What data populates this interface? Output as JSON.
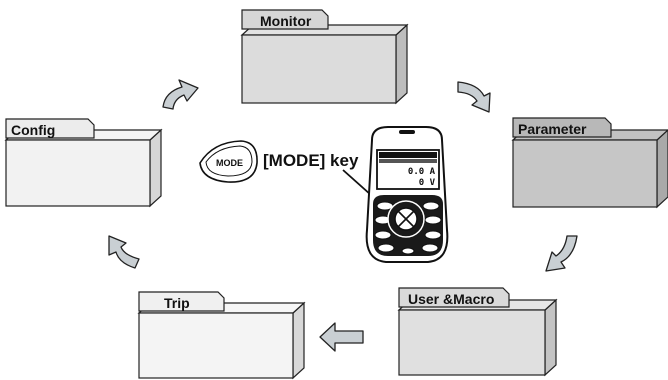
{
  "folders": {
    "monitor": {
      "label": "Monitor",
      "tab_color": "#d6d6d6",
      "face_color": "#dcdcdc",
      "side_color": "#bdbdbd"
    },
    "parameter": {
      "label": "Parameter",
      "tab_color": "#b8b8b8",
      "face_color": "#c6c6c6",
      "side_color": "#a9a9a9"
    },
    "user_macro": {
      "label": "User &Macro",
      "tab_color": "#dadada",
      "face_color": "#e0e0e0",
      "side_color": "#c4c4c4"
    },
    "trip": {
      "label": "Trip",
      "tab_color": "#f0f0f0",
      "face_color": "#f4f4f4",
      "side_color": "#d8d8d8"
    },
    "config": {
      "label": "Config",
      "tab_color": "#ececec",
      "face_color": "#f2f2f2",
      "side_color": "#d6d6d6"
    }
  },
  "mode_key": {
    "button_text": "MODE",
    "caption": "[MODE] key"
  },
  "keypad_display": {
    "line1": "0.0 A",
    "line2": "0 V"
  },
  "arrow_color": "#c9cfd3"
}
